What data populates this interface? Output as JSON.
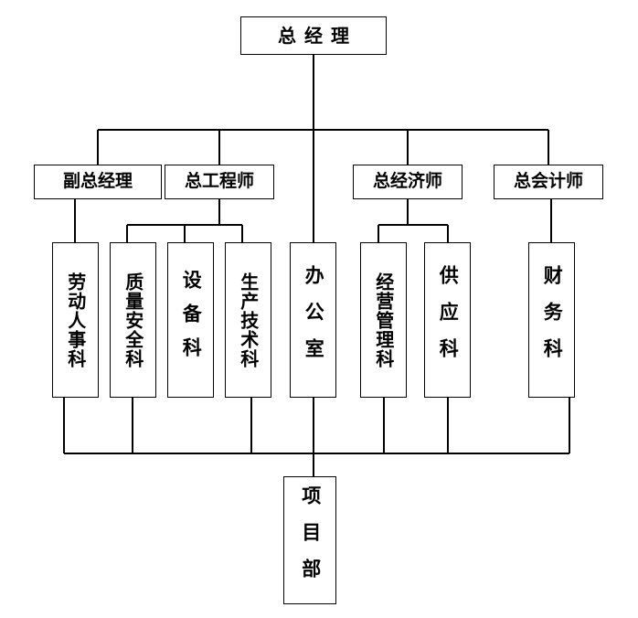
{
  "diagram": {
    "title": "总 经 理",
    "type": "organization-chart",
    "line_color": "#000000",
    "box_border_color": "#000000",
    "background_color": "#ffffff",
    "text_color": "#000000"
  },
  "nodes": {
    "root": {
      "label": "总经理"
    },
    "level2": [
      {
        "key": "deputy_gm",
        "label": "副总经理"
      },
      {
        "key": "chief_engineer",
        "label": "总工程师"
      },
      {
        "key": "chief_economist",
        "label": "总经济师"
      },
      {
        "key": "chief_accountant",
        "label": "总会计师"
      }
    ],
    "departments": [
      {
        "key": "labor_personnel",
        "label": "劳动人事科",
        "parent": "deputy_gm"
      },
      {
        "key": "quality_safety",
        "label": "质量安全科",
        "parent": "chief_engineer"
      },
      {
        "key": "equipment",
        "label": "设备科",
        "parent": "chief_engineer"
      },
      {
        "key": "production_tech",
        "label": "生产技术科",
        "parent": "chief_engineer"
      },
      {
        "key": "office",
        "label": "办公室",
        "parent": "root"
      },
      {
        "key": "business_mgmt",
        "label": "经营管理科",
        "parent": "chief_economist"
      },
      {
        "key": "supply",
        "label": "供应科",
        "parent": "chief_economist"
      },
      {
        "key": "finance",
        "label": "财务科",
        "parent": "chief_accountant"
      }
    ],
    "bottom": {
      "key": "project_dept",
      "label": "项目部"
    }
  }
}
